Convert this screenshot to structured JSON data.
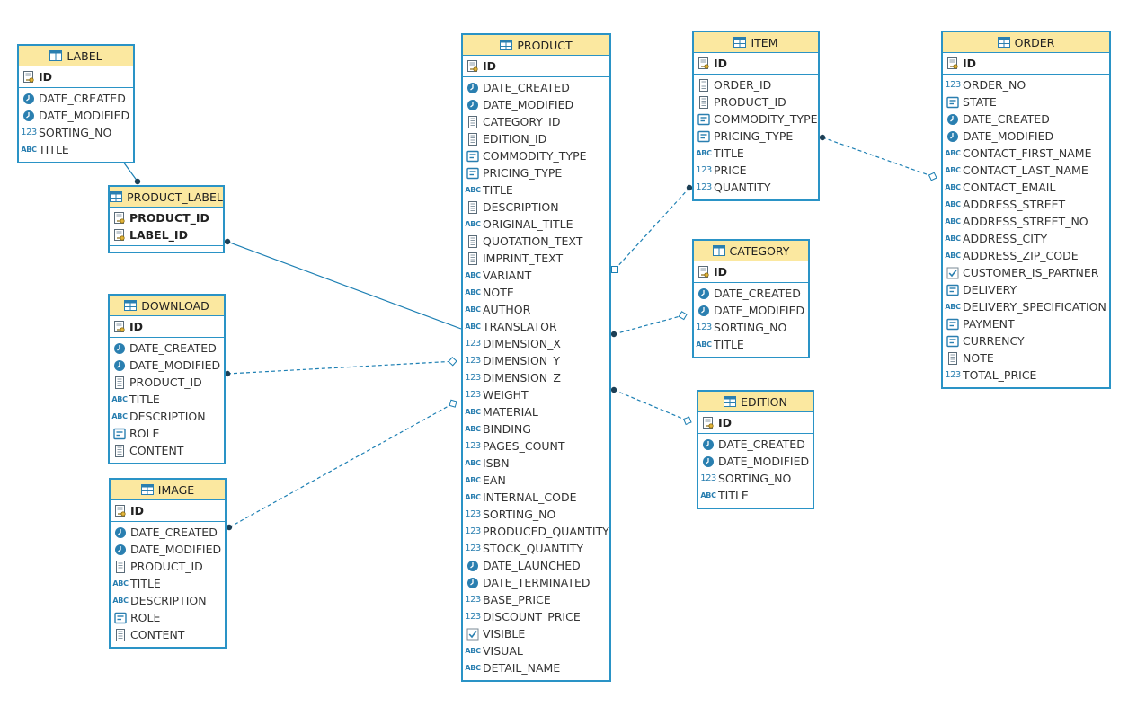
{
  "colors": {
    "border": "#2a93c6",
    "header_fill": "#fbe8a0",
    "connector": "#1c7fb3"
  },
  "icon_types": {
    "key": "key-icon",
    "date": "clock-icon",
    "number": "numeric-icon",
    "text": "text-abc-icon",
    "ref": "document-icon",
    "enum": "enum-list-icon",
    "bool": "checkbox-icon",
    "table": "table-icon"
  },
  "entities": [
    {
      "id": "label",
      "name": "LABEL",
      "pk": [
        {
          "name": "ID",
          "type": "key"
        }
      ],
      "attributes": [
        {
          "name": "DATE_CREATED",
          "type": "date"
        },
        {
          "name": "DATE_MODIFIED",
          "type": "date"
        },
        {
          "name": "SORTING_NO",
          "type": "number"
        },
        {
          "name": "TITLE",
          "type": "text"
        }
      ]
    },
    {
      "id": "product_label",
      "name": "PRODUCT_LABEL",
      "pk": [
        {
          "name": "PRODUCT_ID",
          "type": "key"
        },
        {
          "name": "LABEL_ID",
          "type": "key"
        }
      ],
      "attributes": []
    },
    {
      "id": "download",
      "name": "DOWNLOAD",
      "pk": [
        {
          "name": "ID",
          "type": "key"
        }
      ],
      "attributes": [
        {
          "name": "DATE_CREATED",
          "type": "date"
        },
        {
          "name": "DATE_MODIFIED",
          "type": "date"
        },
        {
          "name": "PRODUCT_ID",
          "type": "ref"
        },
        {
          "name": "TITLE",
          "type": "text"
        },
        {
          "name": "DESCRIPTION",
          "type": "text"
        },
        {
          "name": "ROLE",
          "type": "enum"
        },
        {
          "name": "CONTENT",
          "type": "ref"
        }
      ]
    },
    {
      "id": "image",
      "name": "IMAGE",
      "pk": [
        {
          "name": "ID",
          "type": "key"
        }
      ],
      "attributes": [
        {
          "name": "DATE_CREATED",
          "type": "date"
        },
        {
          "name": "DATE_MODIFIED",
          "type": "date"
        },
        {
          "name": "PRODUCT_ID",
          "type": "ref"
        },
        {
          "name": "TITLE",
          "type": "text"
        },
        {
          "name": "DESCRIPTION",
          "type": "text"
        },
        {
          "name": "ROLE",
          "type": "enum"
        },
        {
          "name": "CONTENT",
          "type": "ref"
        }
      ]
    },
    {
      "id": "product",
      "name": "PRODUCT",
      "pk": [
        {
          "name": "ID",
          "type": "key"
        }
      ],
      "attributes": [
        {
          "name": "DATE_CREATED",
          "type": "date"
        },
        {
          "name": "DATE_MODIFIED",
          "type": "date"
        },
        {
          "name": "CATEGORY_ID",
          "type": "ref"
        },
        {
          "name": "EDITION_ID",
          "type": "ref"
        },
        {
          "name": "COMMODITY_TYPE",
          "type": "enum"
        },
        {
          "name": "PRICING_TYPE",
          "type": "enum"
        },
        {
          "name": "TITLE",
          "type": "text"
        },
        {
          "name": "DESCRIPTION",
          "type": "ref"
        },
        {
          "name": "ORIGINAL_TITLE",
          "type": "text"
        },
        {
          "name": "QUOTATION_TEXT",
          "type": "ref"
        },
        {
          "name": "IMPRINT_TEXT",
          "type": "ref"
        },
        {
          "name": "VARIANT",
          "type": "text"
        },
        {
          "name": "NOTE",
          "type": "text"
        },
        {
          "name": "AUTHOR",
          "type": "text"
        },
        {
          "name": "TRANSLATOR",
          "type": "text"
        },
        {
          "name": "DIMENSION_X",
          "type": "number"
        },
        {
          "name": "DIMENSION_Y",
          "type": "number"
        },
        {
          "name": "DIMENSION_Z",
          "type": "number"
        },
        {
          "name": "WEIGHT",
          "type": "number"
        },
        {
          "name": "MATERIAL",
          "type": "text"
        },
        {
          "name": "BINDING",
          "type": "text"
        },
        {
          "name": "PAGES_COUNT",
          "type": "number"
        },
        {
          "name": "ISBN",
          "type": "text"
        },
        {
          "name": "EAN",
          "type": "text"
        },
        {
          "name": "INTERNAL_CODE",
          "type": "text"
        },
        {
          "name": "SORTING_NO",
          "type": "number"
        },
        {
          "name": "PRODUCED_QUANTITY",
          "type": "number"
        },
        {
          "name": "STOCK_QUANTITY",
          "type": "number"
        },
        {
          "name": "DATE_LAUNCHED",
          "type": "date"
        },
        {
          "name": "DATE_TERMINATED",
          "type": "date"
        },
        {
          "name": "BASE_PRICE",
          "type": "number"
        },
        {
          "name": "DISCOUNT_PRICE",
          "type": "number"
        },
        {
          "name": "VISIBLE",
          "type": "bool"
        },
        {
          "name": "VISUAL",
          "type": "text"
        },
        {
          "name": "DETAIL_NAME",
          "type": "text"
        }
      ]
    },
    {
      "id": "item",
      "name": "ITEM",
      "pk": [
        {
          "name": "ID",
          "type": "key"
        }
      ],
      "attributes": [
        {
          "name": "ORDER_ID",
          "type": "ref"
        },
        {
          "name": "PRODUCT_ID",
          "type": "ref"
        },
        {
          "name": "COMMODITY_TYPE",
          "type": "enum"
        },
        {
          "name": "PRICING_TYPE",
          "type": "enum"
        },
        {
          "name": "TITLE",
          "type": "text"
        },
        {
          "name": "PRICE",
          "type": "number"
        },
        {
          "name": "QUANTITY",
          "type": "number"
        }
      ]
    },
    {
      "id": "category",
      "name": "CATEGORY",
      "pk": [
        {
          "name": "ID",
          "type": "key"
        }
      ],
      "attributes": [
        {
          "name": "DATE_CREATED",
          "type": "date"
        },
        {
          "name": "DATE_MODIFIED",
          "type": "date"
        },
        {
          "name": "SORTING_NO",
          "type": "number"
        },
        {
          "name": "TITLE",
          "type": "text"
        }
      ]
    },
    {
      "id": "edition",
      "name": "EDITION",
      "pk": [
        {
          "name": "ID",
          "type": "key"
        }
      ],
      "attributes": [
        {
          "name": "DATE_CREATED",
          "type": "date"
        },
        {
          "name": "DATE_MODIFIED",
          "type": "date"
        },
        {
          "name": "SORTING_NO",
          "type": "number"
        },
        {
          "name": "TITLE",
          "type": "text"
        }
      ]
    },
    {
      "id": "order",
      "name": "ORDER",
      "pk": [
        {
          "name": "ID",
          "type": "key"
        }
      ],
      "attributes": [
        {
          "name": "ORDER_NO",
          "type": "number"
        },
        {
          "name": "STATE",
          "type": "enum"
        },
        {
          "name": "DATE_CREATED",
          "type": "date"
        },
        {
          "name": "DATE_MODIFIED",
          "type": "date"
        },
        {
          "name": "CONTACT_FIRST_NAME",
          "type": "text"
        },
        {
          "name": "CONTACT_LAST_NAME",
          "type": "text"
        },
        {
          "name": "CONTACT_EMAIL",
          "type": "text"
        },
        {
          "name": "ADDRESS_STREET",
          "type": "text"
        },
        {
          "name": "ADDRESS_STREET_NO",
          "type": "text"
        },
        {
          "name": "ADDRESS_CITY",
          "type": "text"
        },
        {
          "name": "ADDRESS_ZIP_CODE",
          "type": "text"
        },
        {
          "name": "CUSTOMER_IS_PARTNER",
          "type": "bool"
        },
        {
          "name": "DELIVERY",
          "type": "enum"
        },
        {
          "name": "DELIVERY_SPECIFICATION",
          "type": "text"
        },
        {
          "name": "PAYMENT",
          "type": "enum"
        },
        {
          "name": "CURRENCY",
          "type": "enum"
        },
        {
          "name": "NOTE",
          "type": "ref"
        },
        {
          "name": "TOTAL_PRICE",
          "type": "number"
        }
      ]
    }
  ],
  "relationships": [
    {
      "from": "label",
      "to": "product_label",
      "style": "solid",
      "identifying": true
    },
    {
      "from": "product",
      "to": "product_label",
      "style": "solid",
      "identifying": true
    },
    {
      "from": "download",
      "to": "product",
      "style": "dashed",
      "identifying": false
    },
    {
      "from": "image",
      "to": "product",
      "style": "dashed",
      "identifying": false
    },
    {
      "from": "item",
      "to": "product",
      "style": "dashed",
      "identifying": false
    },
    {
      "from": "item",
      "to": "order",
      "style": "dashed",
      "identifying": false
    },
    {
      "from": "product",
      "to": "category",
      "style": "dashed",
      "identifying": false
    },
    {
      "from": "product",
      "to": "edition",
      "style": "dashed",
      "identifying": false
    }
  ]
}
